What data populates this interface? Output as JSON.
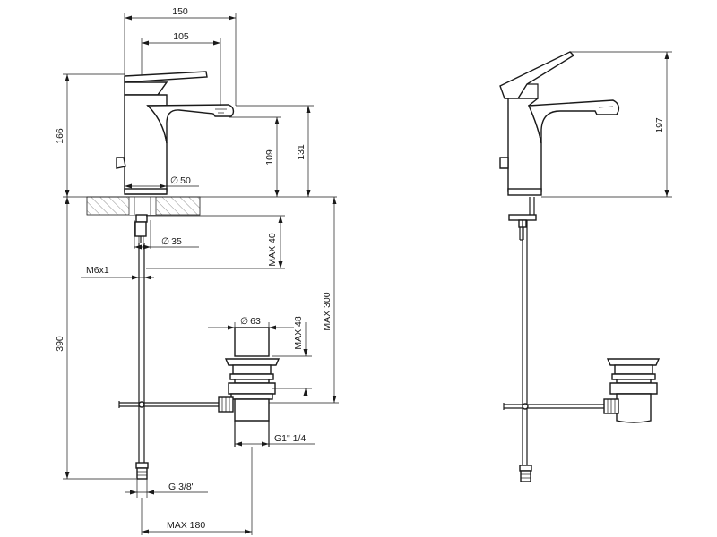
{
  "dimensions": {
    "d150": "150",
    "d105": "105",
    "d166": "166",
    "d131": "131",
    "d109": "109",
    "d390": "390",
    "d197": "197",
    "phi50": "50",
    "phi35": "35",
    "phi63": "63",
    "m6x1": "M6x1",
    "max40": "MAX 40",
    "max300": "MAX 300",
    "max48": "MAX 48",
    "g114": "G1\" 1/4",
    "g38": "G 3/8\"",
    "max180": "MAX 180"
  },
  "symbols": {
    "diameter": "∅"
  }
}
